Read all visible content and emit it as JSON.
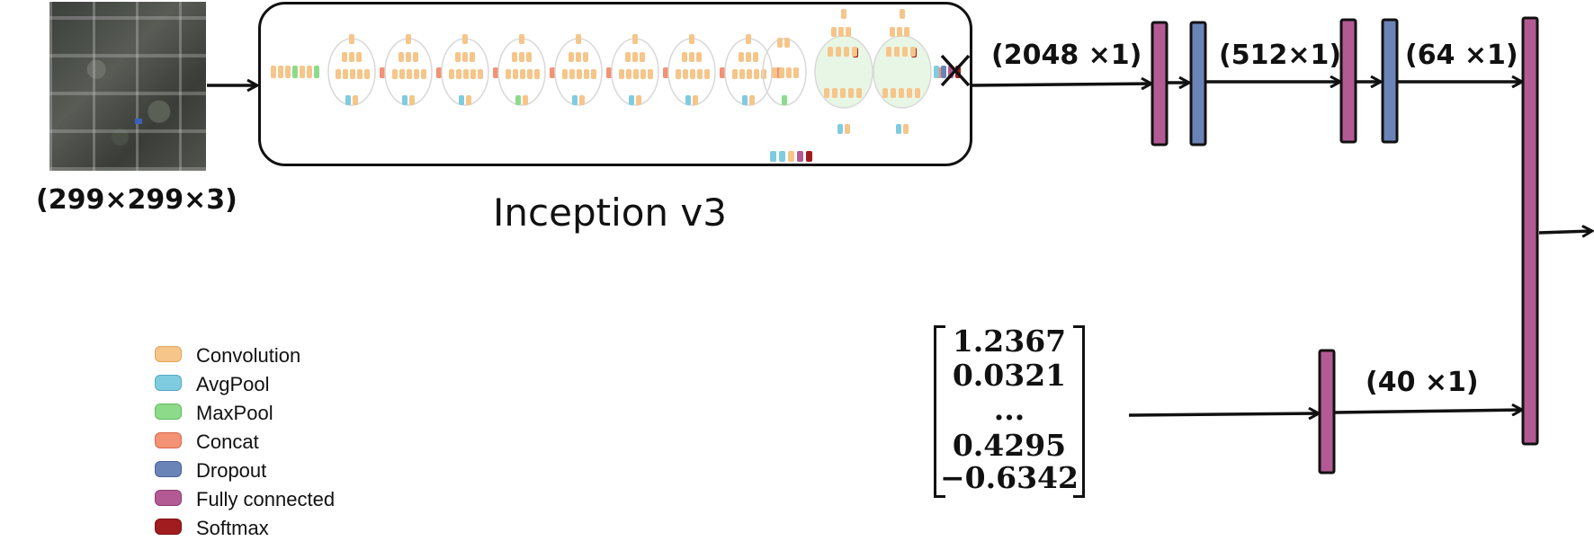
{
  "input": {
    "size_label": "(299×299×3)"
  },
  "inception": {
    "title": "Inception v3"
  },
  "dims": {
    "d2048": "(2048 ×1)",
    "d512": "(512×1)",
    "d64": "(64 ×1)",
    "d40": "(40 ×1)"
  },
  "feature_vector": {
    "values": [
      "1.2367",
      "0.0321",
      "...",
      "0.4295",
      "−0.6342"
    ]
  },
  "legend": [
    {
      "label": "Convolution",
      "color": "#f5c58a",
      "border": "#e3a55c"
    },
    {
      "label": "AvgPool",
      "color": "#7fcbe0",
      "border": "#52a9c4"
    },
    {
      "label": "MaxPool",
      "color": "#8ddb8a",
      "border": "#5fbb5c"
    },
    {
      "label": "Concat",
      "color": "#f39274",
      "border": "#db6a4c"
    },
    {
      "label": "Dropout",
      "color": "#6b84b8",
      "border": "#4a6296"
    },
    {
      "label": "Fully connected",
      "color": "#b35a94",
      "border": "#8d3c72"
    },
    {
      "label": "Softmax",
      "color": "#a11c1f",
      "border": "#7a0f12"
    }
  ],
  "colors": {
    "fully_connected": "#b35a94",
    "dropout": "#6b84b8",
    "convolution": "#f5c58a",
    "avgpool": "#7fcbe0",
    "maxpool": "#8ddb8a",
    "concat": "#f39274",
    "softmax": "#a11c1f"
  }
}
